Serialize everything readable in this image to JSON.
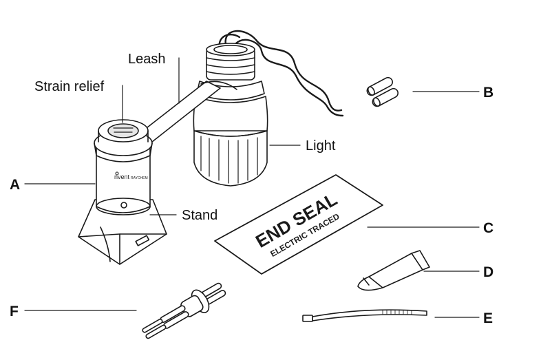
{
  "callouts": {
    "leash": "Leash",
    "strain_relief": "Strain relief",
    "light": "Light",
    "stand": "Stand",
    "a": "A",
    "b": "B",
    "c": "C",
    "d": "D",
    "e": "E",
    "f": "F"
  },
  "stand_logo": {
    "brand": "nvent",
    "product": "RAYCHEM"
  },
  "end_seal_card": {
    "title": "END SEAL",
    "subtitle": "ELECTRIC TRACED"
  },
  "colors": {
    "line": "#1a1a1a",
    "fill": "#ffffff",
    "shade": "#e6e6e6",
    "dark": "#222222"
  }
}
